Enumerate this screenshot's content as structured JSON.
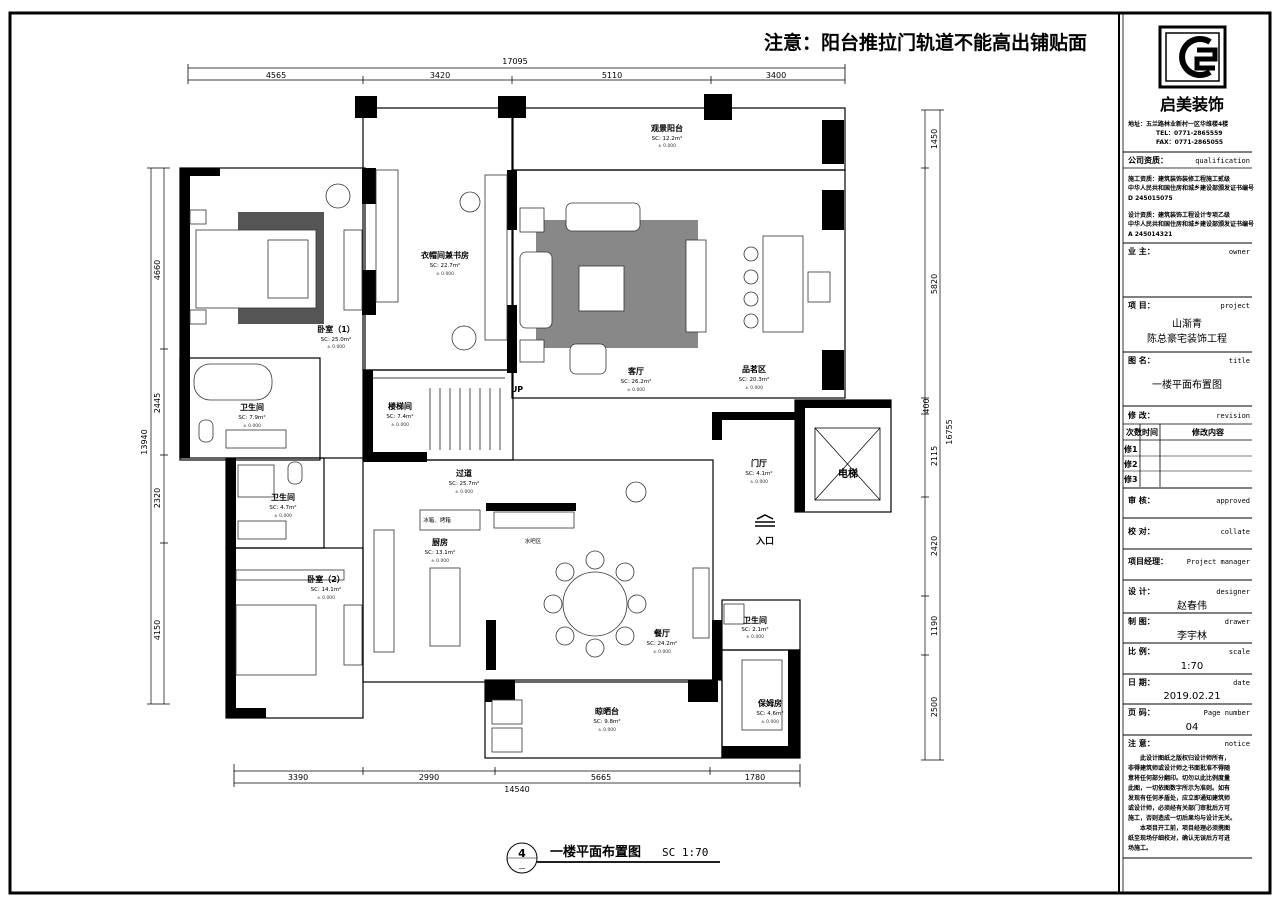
{
  "notice_banner": "注意：阳台推拉门轨道不能高出铺贴面",
  "top_dims": {
    "total": "17095",
    "segments": [
      "4565",
      "3420",
      "5110",
      "3400"
    ]
  },
  "bottom_dims": {
    "total": "14540",
    "segments": [
      "3390",
      "2990",
      "5665",
      "1780"
    ]
  },
  "left_dims": {
    "total": "13940",
    "segments": [
      "4660",
      "2445",
      "2320",
      "4150"
    ]
  },
  "right_dims": {
    "total": "16755",
    "segments": [
      "1450",
      "5820",
      "400",
      "2115",
      "2420",
      "1190",
      "2500"
    ]
  },
  "rooms": [
    {
      "id": "balcony-view",
      "name": "观景阳台",
      "area": "SC: 12.2m²",
      "level": "± 0.000"
    },
    {
      "id": "cloak-study",
      "name": "衣帽间兼书房",
      "area": "SC: 22.7m²",
      "level": "± 0.000"
    },
    {
      "id": "bedroom1",
      "name": "卧室（1）",
      "area": "SC: 25.0m²",
      "level": "± 0.000"
    },
    {
      "id": "living",
      "name": "客厅",
      "area": "SC: 26.2m²",
      "level": "± 0.000"
    },
    {
      "id": "tea",
      "name": "品茗区",
      "area": "SC: 20.3m²",
      "level": "± 0.000"
    },
    {
      "id": "bath1",
      "name": "卫生间",
      "area": "SC: 7.9m²",
      "level": "± 0.000"
    },
    {
      "id": "stair",
      "name": "楼梯间",
      "area": "SC: 7.4m²",
      "level": "± 0.000"
    },
    {
      "id": "corridor",
      "name": "过道",
      "area": "SC: 25.7m²",
      "level": "± 0.000"
    },
    {
      "id": "foyer",
      "name": "门厅",
      "area": "SC: 4.1m²",
      "level": "± 0.000"
    },
    {
      "id": "bath2",
      "name": "卫生间",
      "area": "SC: 4.7m²",
      "level": "± 0.000"
    },
    {
      "id": "kitchen",
      "name": "厨房",
      "area": "SC: 13.1m²",
      "level": "± 0.000"
    },
    {
      "id": "bedroom2",
      "name": "卧室（2）",
      "area": "SC: 14.1m²",
      "level": "± 0.000"
    },
    {
      "id": "dining",
      "name": "餐厅",
      "area": "SC: 24.2m²",
      "level": "± 0.000"
    },
    {
      "id": "bath3",
      "name": "卫生间",
      "area": "SC: 2.1m²",
      "level": "± 0.000"
    },
    {
      "id": "nanny",
      "name": "保姆房",
      "area": "SC: 4.6m²",
      "level": "± 0.000"
    },
    {
      "id": "balcony-side",
      "name": "晾晒台",
      "area": "SC: 9.8m²",
      "level": "± 0.000"
    }
  ],
  "labels": {
    "elevator": "电梯",
    "entrance": "入口",
    "up": "UP",
    "water_bar": "水吧区",
    "fridge": "冰箱、烤箱"
  },
  "drawing_title": {
    "number": "4",
    "text": "一楼平面布置图",
    "scale": "SC 1:70"
  },
  "title_block": {
    "company": "启美装饰",
    "address": "地址：五兰路林业新村一区华维楼4楼",
    "tel": "TEL：0771-2865559",
    "fax": "FAX：0771-2865055",
    "qualification": {
      "label": "公司资质：",
      "en": "qualification"
    },
    "qual_text1": "施工资质：建筑装饰装修工程施工贰级",
    "qual_text1b": "中华人民共和国住房和城乡建设部颁发证书编号",
    "qual_text1c": "D 245015075",
    "qual_text2": "设计资质：建筑装饰工程设计专项乙级",
    "qual_text2b": "中华人民共和国住房和城乡建设部颁发证书编号",
    "qual_text2c": "A 245014321",
    "owner": {
      "label": "业 主：",
      "en": "owner"
    },
    "project": {
      "label": "项 目：",
      "en": "project",
      "line1": "山渐青",
      "line2": "陈总豪宅装饰工程"
    },
    "title": {
      "label": "图 名：",
      "en": "title",
      "value": "一楼平面布置图"
    },
    "revision": {
      "label": "修 改：",
      "en": "revision"
    },
    "rev_table": {
      "col1": "次数",
      "col2": "时间",
      "col3": "修改内容",
      "rows": [
        "修1",
        "修2",
        "修3"
      ]
    },
    "approved": {
      "label": "审 核：",
      "en": "approved"
    },
    "collate": {
      "label": "校 对：",
      "en": "collate"
    },
    "manager": {
      "label": "项目经理：",
      "en": "Project manager"
    },
    "designer": {
      "label": "设 计：",
      "en": "designer",
      "value": "赵春伟"
    },
    "drawer": {
      "label": "制 图：",
      "en": "drawer",
      "value": "李宇林"
    },
    "scale": {
      "label": "比 例：",
      "en": "scale",
      "value": "1:70"
    },
    "date": {
      "label": "日 期：",
      "en": "date",
      "value": "2019.02.21"
    },
    "page": {
      "label": "页 码：",
      "en": "Page number",
      "value": "04"
    },
    "notice": {
      "label": "注 意：",
      "en": "notice"
    },
    "notice_lines": [
      "此设计图纸之版权归设计师所有，",
      "非得建筑师或设计师之书面批准不得随",
      "意将任何部分翻印。切勿以此比例度量",
      "此图，一切依图数字所示为准则。如有",
      "发现有任何矛盾处，应立即通知建筑师",
      "或设计师，必须经有关部门审批后方可",
      "施工，否则造成一切后果均与设计无关。",
      "本项目开工前，项目经理必须携图",
      "纸至现场仔细校对，确认无误后方可进",
      "场施工。"
    ]
  }
}
